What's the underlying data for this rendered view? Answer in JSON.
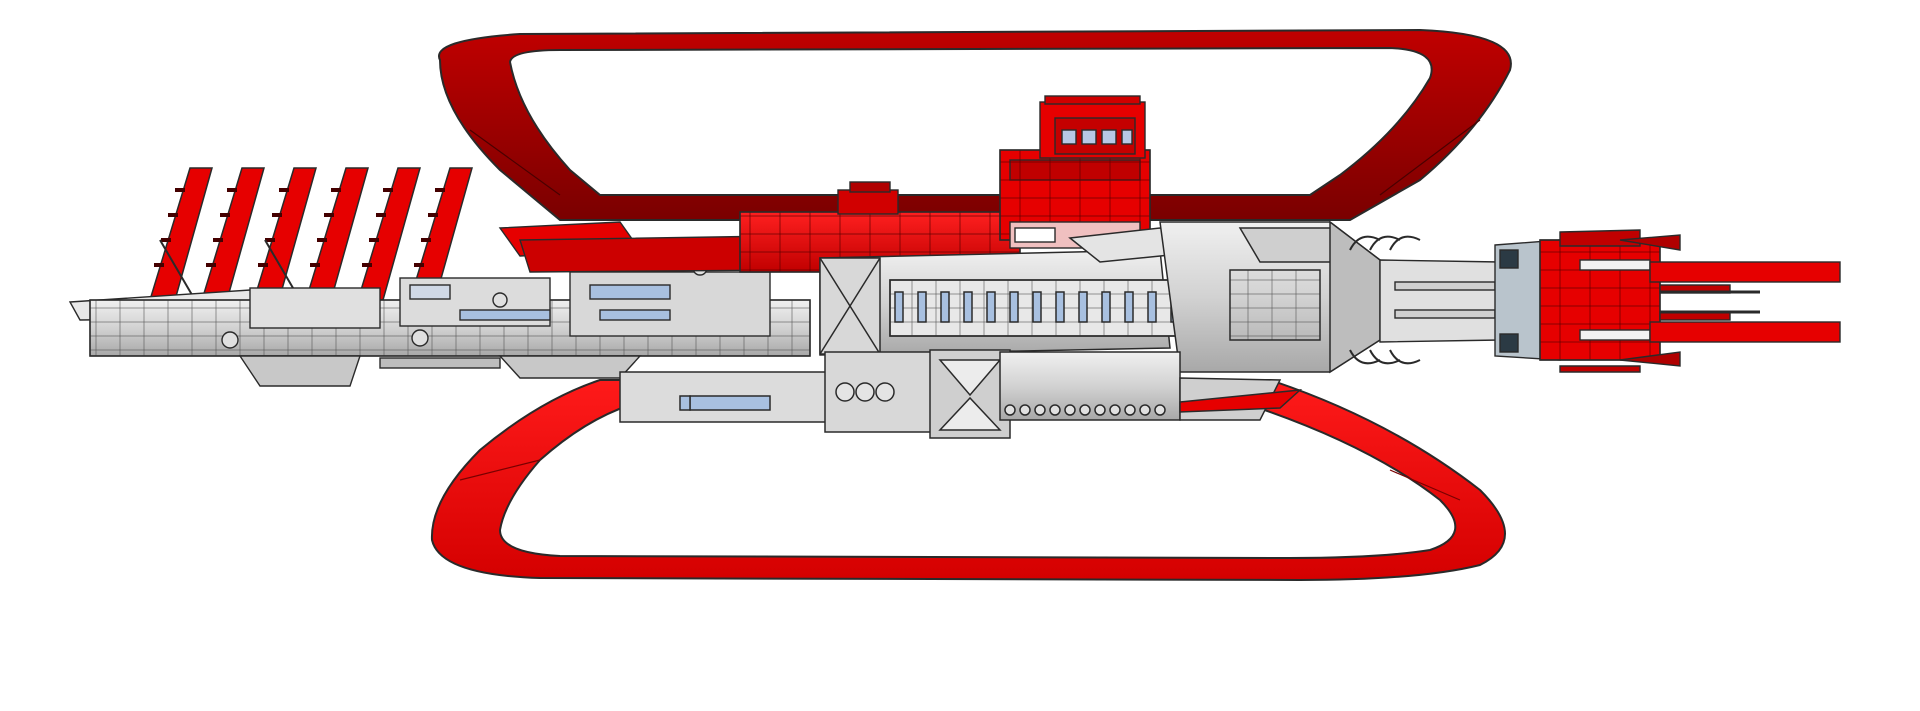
{
  "scene": {
    "subject": "spaceship-side-view",
    "colors": {
      "background": "#ffffff",
      "hull_red": "#e60000",
      "hull_red_dark": "#b30000",
      "hull_red_shadow": "#7a0000",
      "hull_grey": "#d4d4d4",
      "hull_grey_light": "#ececec",
      "hull_grey_dark": "#9a9a9a",
      "window_blue": "#a8c0e0",
      "outline": "#2a2a2a"
    },
    "icons": [
      "ring-upper",
      "ring-lower",
      "antenna-array",
      "bridge-tower",
      "engine-section"
    ]
  }
}
